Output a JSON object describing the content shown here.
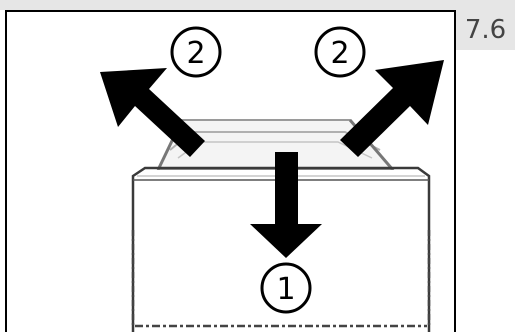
{
  "figure": {
    "number": "7.6",
    "steps": {
      "step_one": "1",
      "step_two_left": "2",
      "step_two_right": "2"
    },
    "icons": [
      "arrow-down-icon",
      "arrow-up-left-icon",
      "arrow-up-right-icon"
    ],
    "colors": {
      "ink": "#000000",
      "label_background": "#e6e6e6",
      "label_text": "#444444"
    }
  }
}
